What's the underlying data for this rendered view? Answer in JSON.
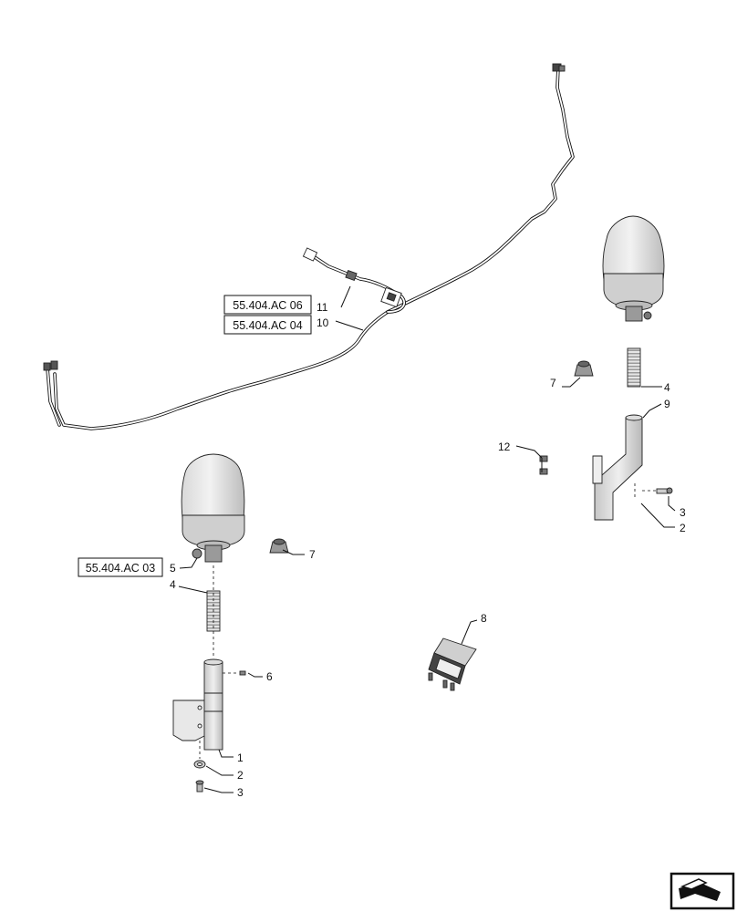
{
  "references": {
    "harness_ref_1": "55.404.AC 06",
    "harness_ref_2": "55.404.AC 04",
    "beacon_ref": "55.404.AC 03"
  },
  "callouts": {
    "item_1": "1",
    "item_2": "2",
    "item_3": "3",
    "item_4": "4",
    "item_5": "5",
    "item_6": "6",
    "item_7": "7",
    "item_8": "8",
    "item_9": "9",
    "item_10": "10",
    "item_11": "11",
    "item_12": "12"
  },
  "navigation": {
    "icon": "next-page-arrow-icon"
  }
}
